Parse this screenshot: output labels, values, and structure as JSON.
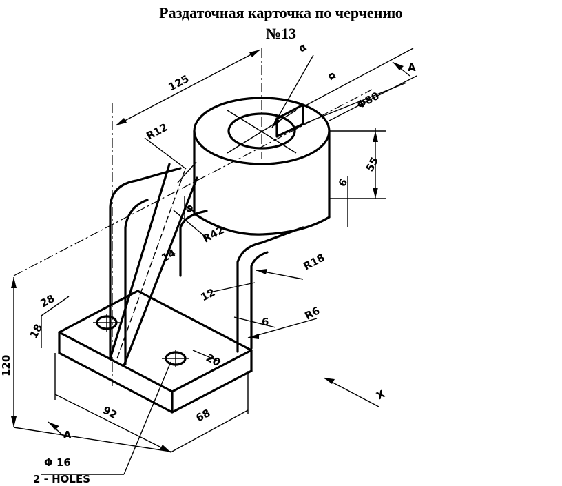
{
  "header": {
    "title_line1": "Раздаточная карточка по черчению",
    "title_line2": "№13"
  },
  "dimensions": {
    "d125": "125",
    "r12": "R12",
    "alpha1": "α",
    "alpha2": "α",
    "view_a_top": "A",
    "phi80": "Φ80",
    "d55": "55",
    "d6a": "6",
    "phi_mark": "φ",
    "r42": "R42",
    "d14": "14",
    "r18": "R18",
    "d12": "12",
    "r6": "R6",
    "d6b": "6",
    "d28": "28",
    "d18": "18",
    "d120": "120",
    "d20": "20",
    "d92": "92",
    "d68": "68",
    "view_a_bottom": "A",
    "phi16": "Φ 16",
    "holes": "2 - HOLES",
    "x_axis": "X"
  }
}
